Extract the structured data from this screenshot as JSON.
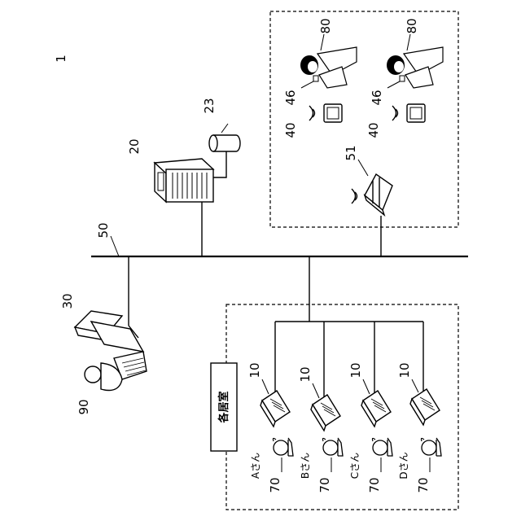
{
  "figure_number": "1",
  "network": {
    "ref": "50"
  },
  "server": {
    "ref": "20"
  },
  "database": {
    "ref": "23"
  },
  "admin_terminal": {
    "ref": "30"
  },
  "admin_user": {
    "ref": "90"
  },
  "access_point": {
    "ref": "51"
  },
  "staff": [
    {
      "person_ref": "80",
      "device_ref": "46",
      "tablet_ref": "40"
    },
    {
      "person_ref": "80",
      "device_ref": "46",
      "tablet_ref": "40"
    }
  ],
  "rooms": {
    "title": "各居室",
    "residents": [
      {
        "name": "Aさん",
        "sensor_ref": "10",
        "person_ref": "70"
      },
      {
        "name": "Bさん",
        "sensor_ref": "10",
        "person_ref": "70"
      },
      {
        "name": "Cさん",
        "sensor_ref": "10",
        "person_ref": "70"
      },
      {
        "name": "Dさん",
        "sensor_ref": "10",
        "person_ref": "70"
      }
    ]
  }
}
